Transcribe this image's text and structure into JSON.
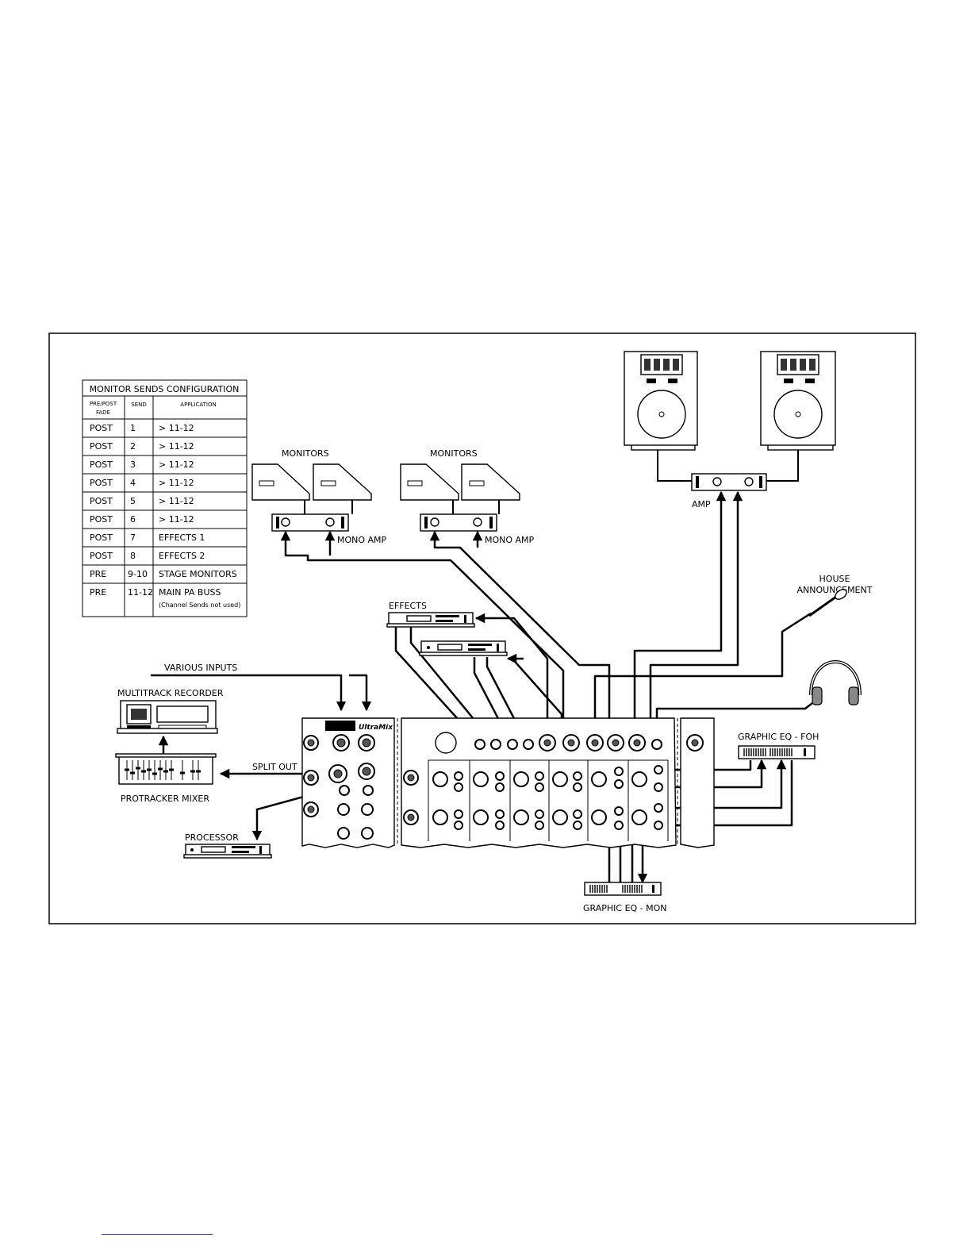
{
  "table": {
    "title": "MONITOR SENDS CONFIGURATION",
    "headers": {
      "prepost": [
        "PRE/POST",
        "FADE"
      ],
      "send": "SEND",
      "application": "APPLICATION"
    },
    "rows": [
      {
        "prepost": "POST",
        "send": "1",
        "application": "> 11-12"
      },
      {
        "prepost": "POST",
        "send": "2",
        "application": "> 11-12"
      },
      {
        "prepost": "POST",
        "send": "3",
        "application": "> 11-12"
      },
      {
        "prepost": "POST",
        "send": "4",
        "application": "> 11-12"
      },
      {
        "prepost": "POST",
        "send": "5",
        "application": "> 11-12"
      },
      {
        "prepost": "POST",
        "send": "6",
        "application": "> 11-12"
      },
      {
        "prepost": "POST",
        "send": "7",
        "application": "EFFECTS 1"
      },
      {
        "prepost": "POST",
        "send": "8",
        "application": "EFFECTS 2"
      },
      {
        "prepost": "PRE",
        "send": "9-10",
        "application": "STAGE MONITORS"
      },
      {
        "prepost": "PRE",
        "send": "11-12",
        "application": "MAIN PA BUSS",
        "note": "(Channel Sends not used)"
      }
    ]
  },
  "labels": {
    "monitors_left": "MONITORS",
    "monitors_right": "MONITORS",
    "mono_amp_left": "MONO AMP",
    "mono_amp_right": "MONO AMP",
    "amp": "AMP",
    "house_announcement": [
      "HOUSE",
      "ANNOUNCEMENT"
    ],
    "effects": "EFFECTS",
    "various_inputs": "VARIOUS INPUTS",
    "multitrack_recorder": "MULTITRACK RECORDER",
    "split_out": "SPLIT OUT",
    "protracker_mixer": "PROTRACKER MIXER",
    "processor": "PROCESSOR",
    "graphic_eq_foh": "GRAPHIC EQ - FOH",
    "graphic_eq_mon": "GRAPHIC EQ - MON",
    "mixer_brand": "UltraMix"
  }
}
